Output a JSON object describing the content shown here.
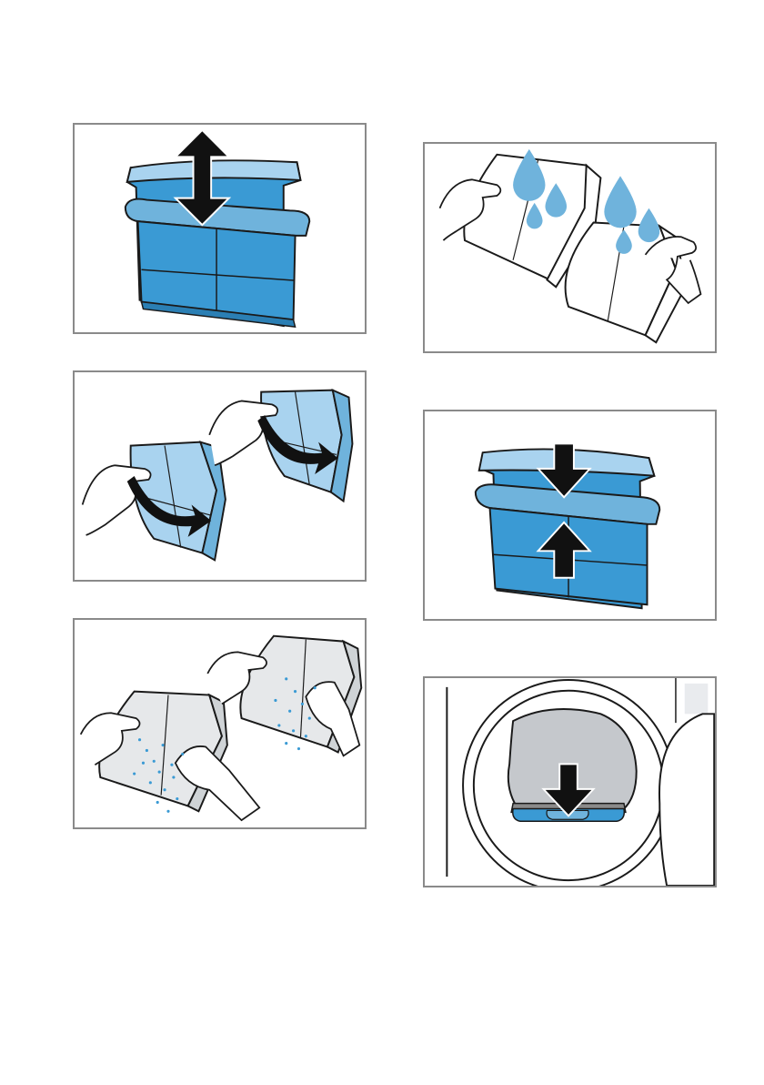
{
  "colors": {
    "filter_blue": "#3a9ad4",
    "filter_light_blue": "#a9d3ef",
    "water_blue": "#6fb3dc",
    "drum_grey": "#c5c8cc",
    "frame_grey": "#8a8a8a",
    "outline": "#1a1a1a"
  },
  "panels": [
    {
      "id": "remove-filter",
      "icons": [
        "filter-icon",
        "up-down-arrow-icon"
      ]
    },
    {
      "id": "open-filter",
      "icons": [
        "hand-icon",
        "filter-open-icon",
        "curved-arrow-icon"
      ]
    },
    {
      "id": "clean-filter",
      "icons": [
        "hand-icon",
        "lint-particles-icon"
      ]
    },
    {
      "id": "rinse-filter",
      "icons": [
        "hand-icon",
        "water-drop-icon"
      ]
    },
    {
      "id": "close-filter",
      "icons": [
        "filter-icon",
        "down-arrow-icon",
        "up-arrow-icon"
      ]
    },
    {
      "id": "insert-filter",
      "icons": [
        "dryer-door-icon",
        "drum-icon",
        "down-arrow-icon"
      ]
    }
  ]
}
